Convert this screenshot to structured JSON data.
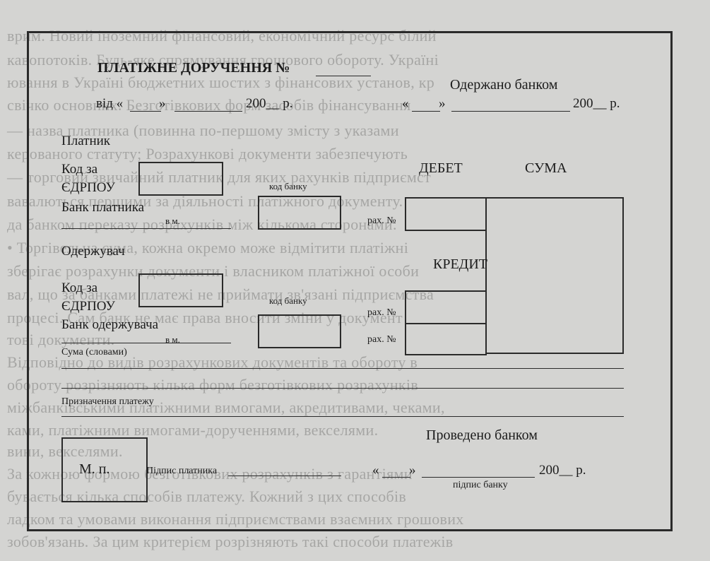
{
  "background_lines": [
    "врим. Новий іноземний фінансовий, економічний ресурс білий",
    "кавопотоків. Будь-яке спрямування грошового обороту. Україні",
    "ювання в Україні бюджетних шостих з фінансових установ, кр",
    "свічко основних. Безготівкових форм засобів фінансування",
    "   — назва платника (повинна по-першому змісту з указами",
    "керованого статуту; Розрахункові документи забезпечують",
    "   — торговий звичайний платник для яких рахунків підприємст",
    "вавалються першими за діяльності платіжного документу.",
    "да банком переказу розрахунків між кількома сторонами.",
    "   • Торгівельна сума, кожна окремо може відмітити платіжні",
    "зберігає розрахунки документи і власником платіжної особи",
    "вал, що за банками платежі не приймати зв'язані підприємства",
    "процесі. Сам банк не має права вносити зміни у документ",
    "тові документи.",
    "   Відповідно до видів розрахункових документів та обороту в",
    "обороту розрізняють кілька форм безготівкових розрахунків",
    "міжбанківськими платіжними вимогами, акредитивами, чеками,",
    "ками, платіжними вимогами-дорученнями, векселями.",
    "вини, векселями.",
    "   За кожною формою безготівкових розрахунків з гарантіями",
    "бувається кілька способів платежу. Кожний з цих способів",
    "ладком та умовами виконання підприємствами взаємних грошових",
    "зобов'язань. За цим критерієм розрізняють такі способи платежів"
  ],
  "form": {
    "title": "ПЛАТІЖНЕ ДОРУЧЕННЯ №",
    "date_prefix": "від «",
    "date_close": "»",
    "date_year": "200__ р.",
    "received_by_bank": "Одержано банком",
    "received_date_open": "«",
    "received_date_close": "»",
    "received_year": "200__ р.",
    "payer": "Платник",
    "edrpou_line1": "Код за",
    "edrpou_line2": "ЄДРПОУ",
    "debit": "ДЕБЕТ",
    "sum": "СУМА",
    "bank_code": "код банку",
    "payer_bank": "Банк платника",
    "in_city": "в м.",
    "account_no": "рах. №",
    "recipient": "Одержувач",
    "credit": "КРЕДИТ",
    "recipient_edrpou_line1": "Код за",
    "recipient_edrpou_line2": "ЄДРПОУ",
    "recipient_bank_code": "код банку",
    "recipient_account_no": "рах. №",
    "recipient_bank": "Банк одержувача",
    "recipient_in_city": "в м.",
    "recipient_account_no_2": "рах. №",
    "sum_words": "Сума (словами)",
    "payment_purpose": "Призначення платежу",
    "processed_by_bank": "Проведено банком",
    "stamp": "М. п.",
    "payer_signature": "Підпис платника",
    "processed_date_open": "«",
    "processed_date_close": "»",
    "processed_year": "200__ р.",
    "bank_signature": "підпис банку"
  }
}
